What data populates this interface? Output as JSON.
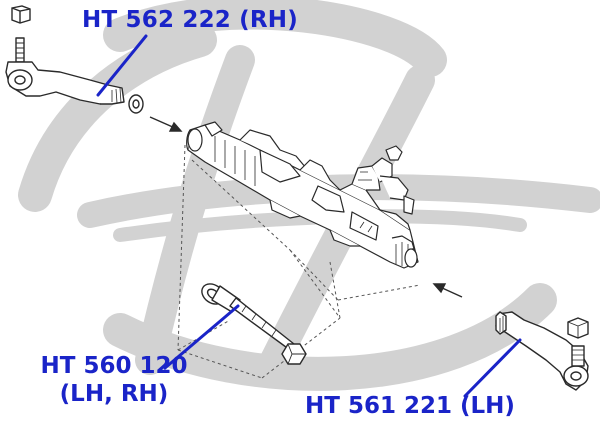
{
  "callouts": {
    "outer_tie_rod_rh": {
      "part_number": "HT 562 222 (RH)"
    },
    "inner_tie_rod": {
      "part_number": "HT 560 120",
      "side": "(LH, RH)"
    },
    "outer_tie_rod_lh": {
      "part_number": "HT 561 221 (LH)"
    }
  },
  "colors": {
    "callout_text": "#1a24c8",
    "leader_line": "#1a24c8",
    "line_art": "#2a2a2a",
    "watermark": "#d2d2d2",
    "background": "#ffffff"
  },
  "watermark": {
    "icon": "logo-watermark"
  }
}
